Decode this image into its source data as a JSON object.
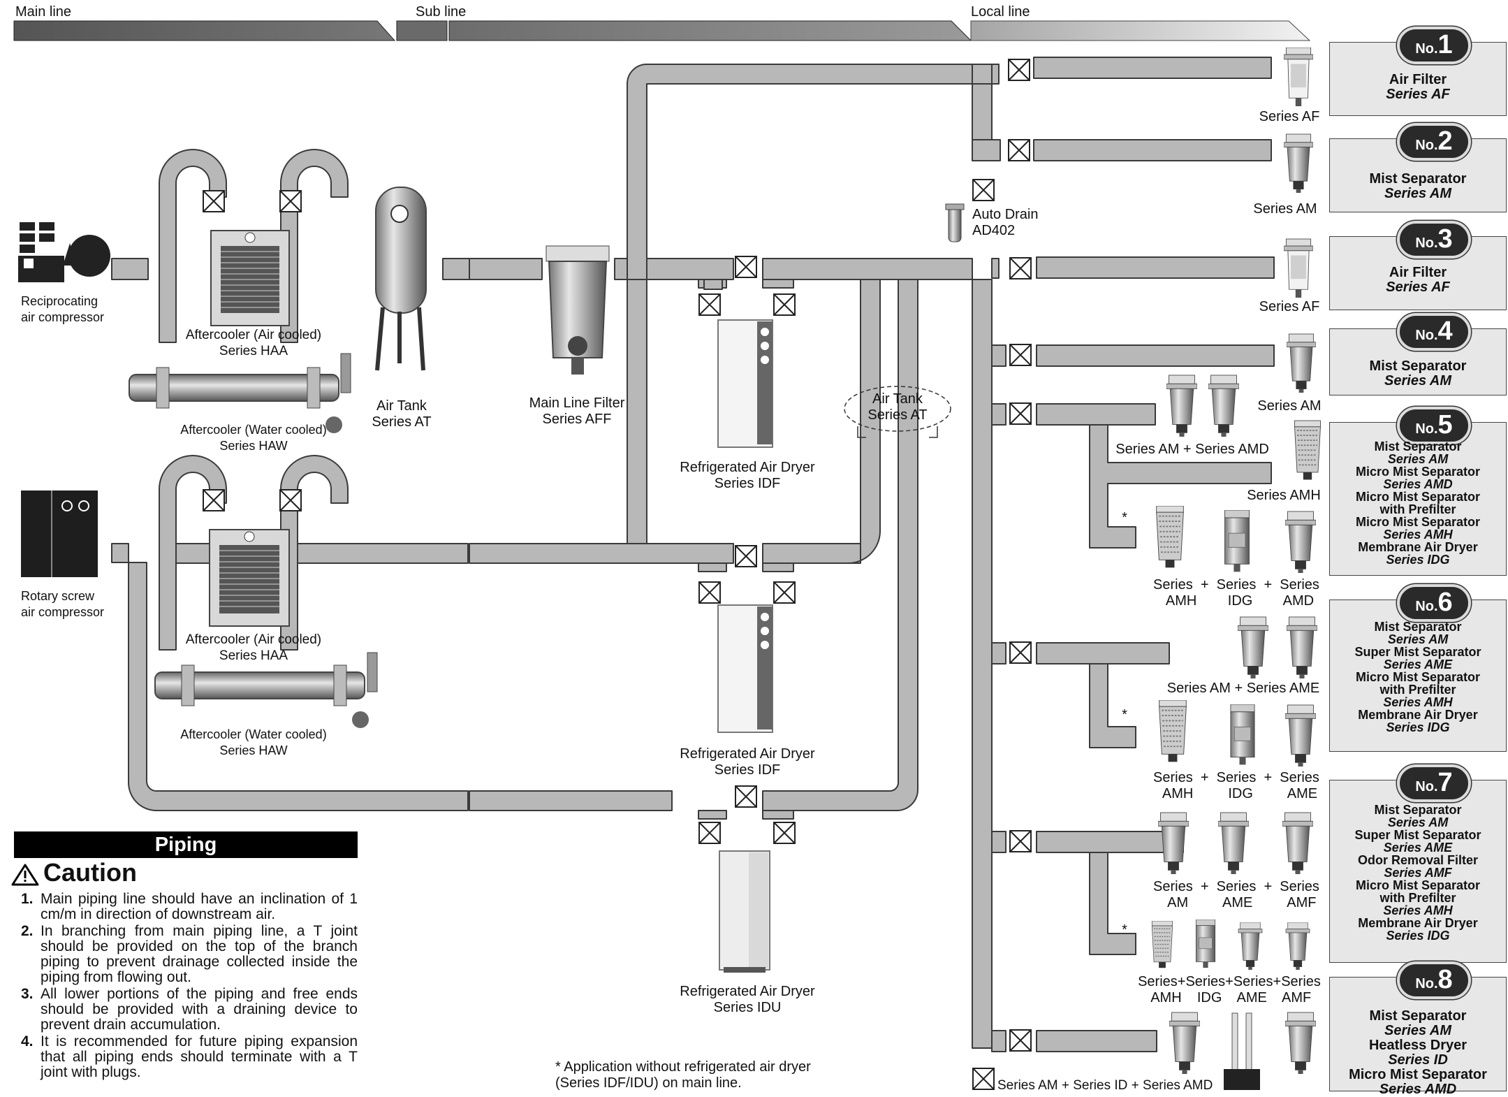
{
  "sections": {
    "main_line": "Main line",
    "sub_line": "Sub line",
    "local_line": "Local line"
  },
  "labels": {
    "recip_comp": "Reciprocating\nair compressor",
    "rotary_comp": "Rotary screw\nair compressor",
    "aftercooler_air_1": "Aftercooler (Air cooled)\nSeries HAA",
    "aftercooler_water_1": "Aftercooler (Water cooled)\nSeries HAW",
    "aftercooler_air_2": "Aftercooler (Air cooled)\nSeries HAA",
    "aftercooler_water_2": "Aftercooler (Water cooled)\nSeries HAW",
    "air_tank": "Air Tank\nSeries AT",
    "main_line_filter": "Main Line Filter\nSeries AFF",
    "dryer_idf_1": "Refrigerated Air Dryer\nSeries IDF",
    "dryer_idf_2": "Refrigerated Air Dryer\nSeries IDF",
    "dryer_idu": "Refrigerated Air Dryer\nSeries IDU",
    "air_tank_dashed": "Air Tank\nSeries AT",
    "auto_drain": "Auto Drain\nAD402",
    "series_af_1": "Series AF",
    "series_am_2": "Series AM",
    "series_af_3": "Series AF",
    "series_am_4": "Series AM",
    "am_amd_5": "Series AM + Series AMD",
    "amh_5": "Series AMH",
    "amh_idg_amd_5": "Series  +  Series  +  Series\n  AMH        IDG        AMD",
    "am_ame_6": "Series AM + Series AME",
    "amh_idg_ame_6": "Series  +  Series  +  Series\n  AMH         IDG         AME",
    "am_ame_amf_7": "Series  +  Series  +  Series\n   AM         AME         AMF",
    "amh_idg_ame_amf_7": "Series+Series+Series+Series\n AMH    IDG    AME    AMF",
    "am_id_amd_8": "Series AM + Series ID + Series AMD",
    "asterisk": "*"
  },
  "panels": [
    {
      "no": "1",
      "lines": [
        {
          "t": "Air Filter",
          "s": "b"
        },
        {
          "t": "Series AF",
          "s": "i"
        }
      ]
    },
    {
      "no": "2",
      "lines": [
        {
          "t": "Mist Separator",
          "s": "b"
        },
        {
          "t": "Series AM",
          "s": "i"
        }
      ]
    },
    {
      "no": "3",
      "lines": [
        {
          "t": "Air Filter",
          "s": "b"
        },
        {
          "t": "Series AF",
          "s": "i"
        }
      ]
    },
    {
      "no": "4",
      "lines": [
        {
          "t": "Mist Separator",
          "s": "b"
        },
        {
          "t": "Series AM",
          "s": "i"
        }
      ]
    },
    {
      "no": "5",
      "lines": [
        {
          "t": "Mist Separator",
          "s": "b"
        },
        {
          "t": "Series AM",
          "s": "i"
        },
        {
          "t": "Micro Mist Separator",
          "s": "b"
        },
        {
          "t": "Series AMD",
          "s": "i"
        },
        {
          "t": "Micro Mist Separator",
          "s": "b"
        },
        {
          "t": "with Prefilter",
          "s": "b"
        },
        {
          "t": "Micro Mist Separator",
          "s": "b"
        },
        {
          "t": "Series AMH",
          "s": "i"
        },
        {
          "t": "Membrane Air Dryer",
          "s": "b"
        },
        {
          "t": "Series IDG",
          "s": "i"
        }
      ]
    },
    {
      "no": "6",
      "lines": [
        {
          "t": "Mist Separator",
          "s": "b"
        },
        {
          "t": "Series AM",
          "s": "i"
        },
        {
          "t": "Super Mist Separator",
          "s": "b"
        },
        {
          "t": "Series AME",
          "s": "i"
        },
        {
          "t": "Micro Mist Separator",
          "s": "b"
        },
        {
          "t": "with Prefilter",
          "s": "b"
        },
        {
          "t": "Series AMH",
          "s": "i"
        },
        {
          "t": "Membrane Air Dryer",
          "s": "b"
        },
        {
          "t": "Series IDG",
          "s": "i"
        }
      ]
    },
    {
      "no": "7",
      "lines": [
        {
          "t": "Mist Separator",
          "s": "b"
        },
        {
          "t": "Series AM",
          "s": "i"
        },
        {
          "t": "Super Mist Separator",
          "s": "b"
        },
        {
          "t": "Series AME",
          "s": "i"
        },
        {
          "t": "Odor Removal Filter",
          "s": "b"
        },
        {
          "t": "Series AMF",
          "s": "i"
        },
        {
          "t": "Micro Mist Separator",
          "s": "b"
        },
        {
          "t": "with Prefilter",
          "s": "b"
        },
        {
          "t": "Series AMH",
          "s": "i"
        },
        {
          "t": "Membrane Air Dryer",
          "s": "b"
        },
        {
          "t": "Series IDG",
          "s": "i"
        }
      ]
    },
    {
      "no": "8",
      "lines": [
        {
          "t": "Mist Separator",
          "s": "b"
        },
        {
          "t": "Series AM",
          "s": "i"
        },
        {
          "t": "Heatless Dryer",
          "s": "b"
        },
        {
          "t": "Series ID",
          "s": "i"
        },
        {
          "t": "Micro Mist Separator",
          "s": "b"
        },
        {
          "t": "Series AMD",
          "s": "i"
        }
      ]
    }
  ],
  "no_prefix": "No.",
  "piping": {
    "heading": "Piping",
    "caution": "Caution",
    "notes": [
      {
        "n": "1.",
        "t": "Main piping line should have an inclination of 1 cm/m in direction of downstream air."
      },
      {
        "n": "2.",
        "t": "In branching from main piping line, a T joint should be provided on the top of the branch piping to prevent drainage collected inside the piping from flowing out."
      },
      {
        "n": "3.",
        "t": "All lower portions of the piping and free ends should be provided with a draining device to prevent drain accumulation."
      },
      {
        "n": "4.",
        "t": "It is recommended for future piping expansion that all piping ends should terminate with a T joint with plugs."
      }
    ]
  },
  "footnote": "Application without refrigerated air dryer\n(Series IDF/IDU) on main line.",
  "footnote_mark": "*",
  "colors": {
    "pipe": "#b8b8b8",
    "pipe_edge": "#3a3a3a",
    "panel": "#e7e7e7",
    "badge": "#2a2a2a"
  },
  "icons": [
    "valve-icon",
    "compressor-icon",
    "caution-icon"
  ]
}
